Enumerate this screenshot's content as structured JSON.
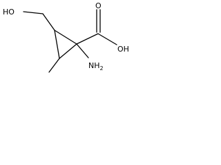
{
  "molecule": {
    "labels": {
      "hydroxyl": "HO",
      "carbonyl_oxygen": "O",
      "carboxyl_hydroxyl": "OH",
      "amine": "NH",
      "amine_subscript": "2"
    }
  }
}
